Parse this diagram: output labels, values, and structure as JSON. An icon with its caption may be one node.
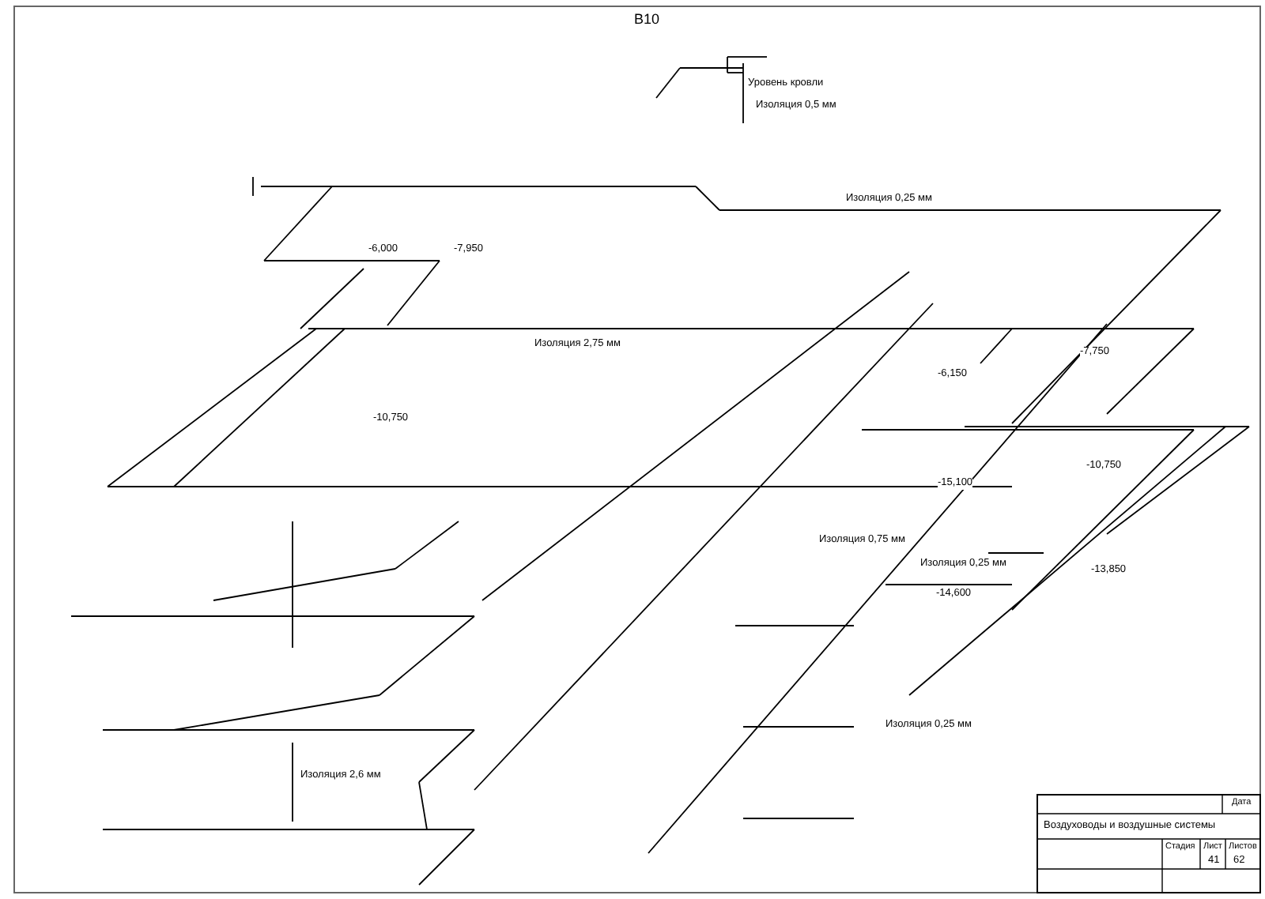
{
  "diagram": {
    "title": "В10",
    "labels": [
      "Уровень кровли",
      "Изоляция 0,5 мм",
      "Изоляция 0,25 мм",
      "-6,000",
      "-7,950",
      "Изоляция 2,75 мм",
      "-10,750",
      "-7,750",
      "-6,150",
      "-10,750",
      "-15,100",
      "Изоляция 0,75 мм",
      "Изоляция 0,25 мм",
      "-13,850",
      "-14,600",
      "Изоляция 0,25 мм",
      "Изоляция 2,6 мм",
      "Дата",
      "Воздуховоды и воздушные системы",
      "Стадия",
      "Лист",
      "Листов",
      "41",
      "62"
    ]
  }
}
